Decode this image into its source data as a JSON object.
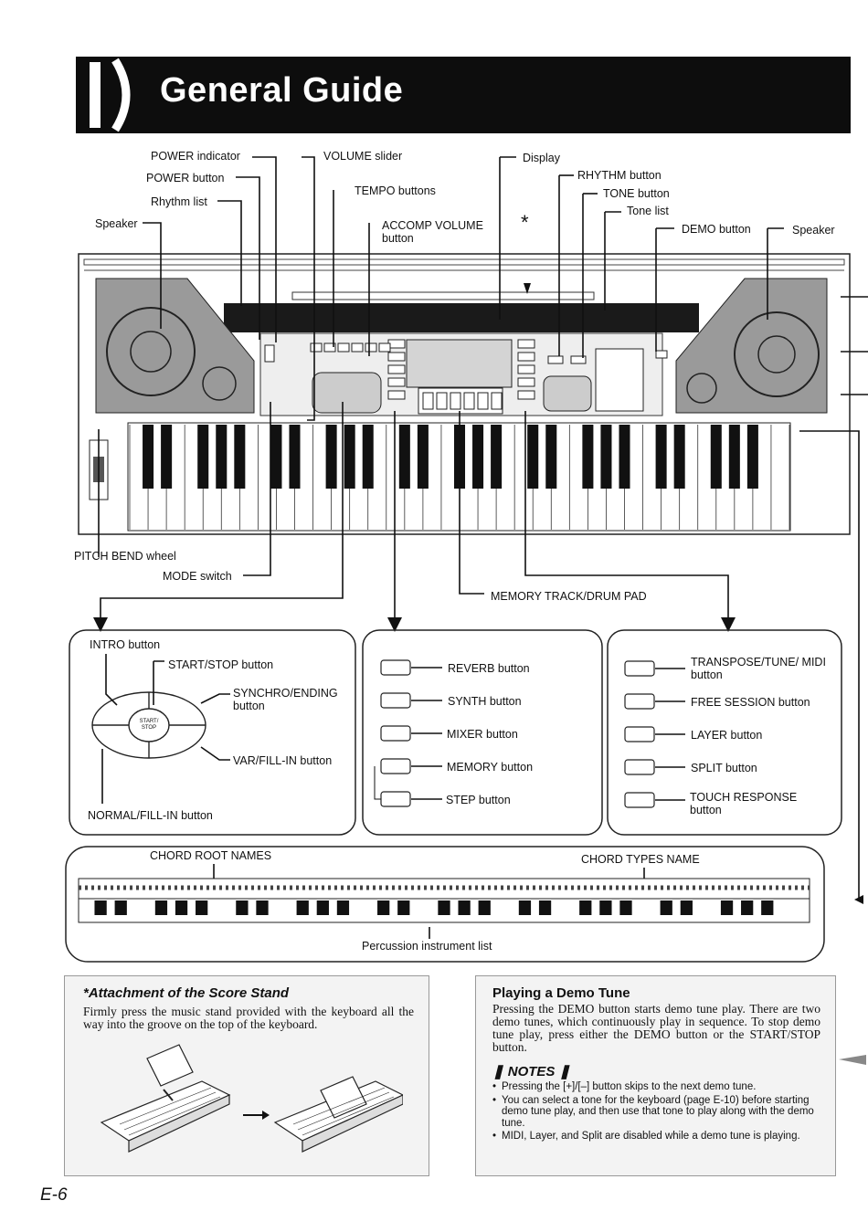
{
  "page": {
    "title": "General Guide",
    "number": "E-6"
  },
  "callouts": {
    "power_indicator": "POWER indicator",
    "power_button": "POWER button",
    "rhythm_list": "Rhythm list",
    "speaker_left": "Speaker",
    "volume_slider": "VOLUME slider",
    "tempo_buttons": "TEMPO buttons",
    "accomp_volume_button": "ACCOMP VOLUME button",
    "asterisk": "*",
    "display": "Display",
    "rhythm_button": "RHYTHM button",
    "tone_button": "TONE button",
    "tone_list": "Tone list",
    "demo_button": "DEMO button",
    "speaker_right": "Speaker",
    "pitch_bend_wheel": "PITCH BEND wheel",
    "mode_switch": "MODE switch",
    "memory_track_drum_pad": "MEMORY TRACK/DRUM PAD"
  },
  "panel_left": {
    "intro": "INTRO button",
    "start_stop": "START/STOP button",
    "synchro_ending": "SYNCHRO/ENDING button",
    "var_fill_in": "VAR/FILL-IN button",
    "normal_fill_in": "NORMAL/FILL-IN button",
    "pad_center": "START/ STOP"
  },
  "panel_middle": {
    "reverb": "REVERB button",
    "synth": "SYNTH button",
    "mixer": "MIXER button",
    "memory": "MEMORY button",
    "step": "STEP button"
  },
  "panel_right": {
    "transpose": "TRANSPOSE/TUNE/ MIDI button",
    "free_session": "FREE SESSION button",
    "layer": "LAYER button",
    "split": "SPLIT button",
    "touch_response": "TOUCH RESPONSE button"
  },
  "chord_strip": {
    "chord_root_names": "CHORD ROOT NAMES",
    "chord_types_name": "CHORD TYPES NAME",
    "percussion_list": "Percussion instrument list"
  },
  "score_stand": {
    "title": "*Attachment of the Score Stand",
    "body": "Firmly press the music stand provided with the keyboard all the way into the groove on the top of the keyboard."
  },
  "demo": {
    "title": "Playing a Demo Tune",
    "body": "Pressing the DEMO button starts demo tune play. There are two demo tunes, which continuously play in sequence. To stop demo tune play, press either the DEMO button or the START/STOP button.",
    "notes_title": "NOTES",
    "notes": [
      "Pressing the [+]/[–] button skips to the next demo tune.",
      "You can select a tone for the keyboard (page E-10) before starting demo tune play, and then use that tone to play along with the demo tune.",
      "MIDI, Layer, and Split are disabled while a demo tune is playing."
    ]
  },
  "colors": {
    "header": "#0d0d0d",
    "box_fill": "#f3f3f3",
    "speaker_fill": "#9a9a9a"
  }
}
